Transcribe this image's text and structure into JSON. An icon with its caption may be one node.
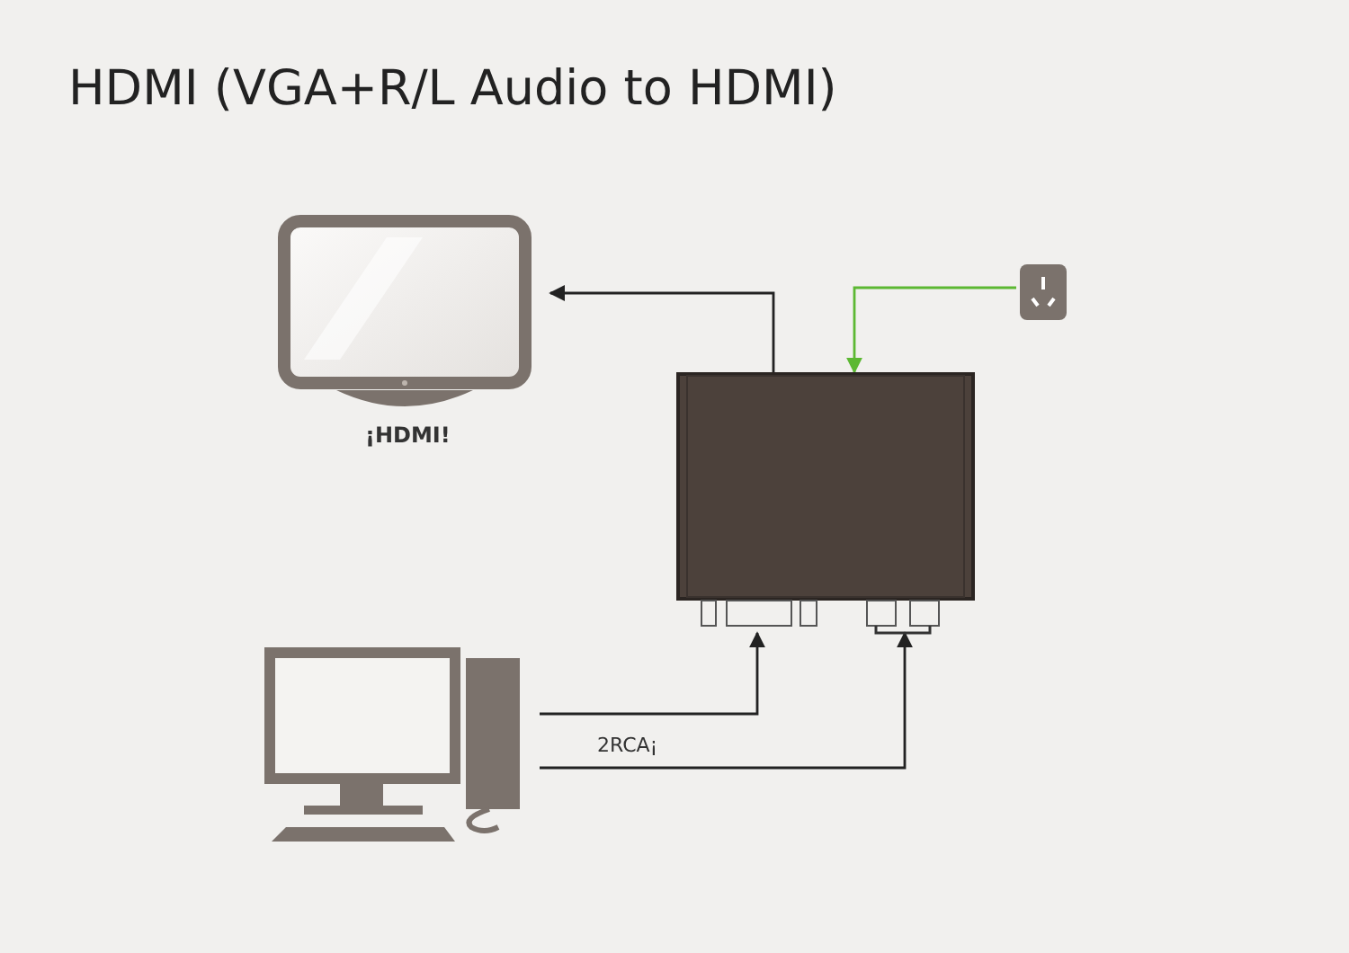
{
  "diagram": {
    "title": "HDMI (VGA+R/L Audio to HDMI)",
    "nodes": [
      {
        "text": [],
        "shape": "picture",
        "beside": [
          "¡HDMI!"
        ]
      },
      {
        "text": [],
        "shape": "box"
      },
      {
        "text": [],
        "shape": "picture"
      },
      {
        "text": [],
        "shape": "picture"
      }
    ],
    "edges": [
      {
        "from": 1,
        "to": 0,
        "arrow": "to"
      },
      {
        "from": 2,
        "to": 1,
        "arrow": "to",
        "color": "#5cb832"
      },
      {
        "from": 3,
        "to": 1,
        "arrow": "to"
      },
      {
        "from": 3,
        "to": 1,
        "arrow": "to",
        "label": "2RCA¡"
      }
    ]
  }
}
